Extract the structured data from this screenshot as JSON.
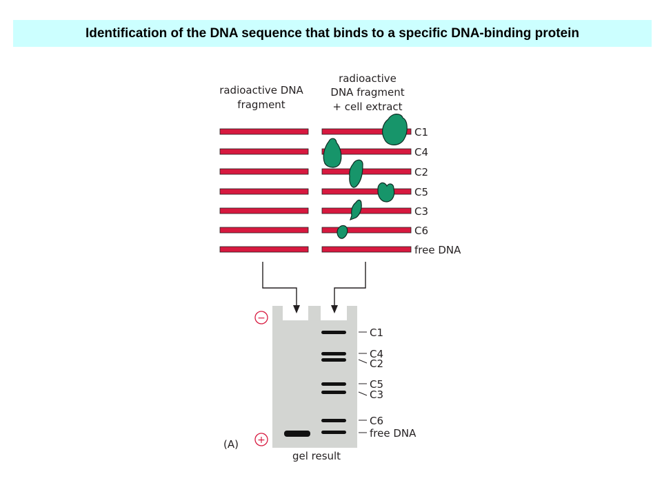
{
  "slide": {
    "title": "Identification of the DNA sequence that binds to a specific DNA-binding protein"
  },
  "figure": {
    "panel_label": "(A)",
    "left_header": [
      "radioactive DNA",
      "fragment"
    ],
    "right_header": [
      "radioactive",
      "DNA fragment",
      "+ cell extract"
    ],
    "fragment_labels": [
      "C1",
      "C4",
      "C2",
      "C5",
      "C3",
      "C6",
      "free DNA"
    ],
    "gel_band_labels": [
      "C1",
      "C4",
      "C2",
      "C5",
      "C3",
      "C6",
      "free DNA"
    ],
    "gel_caption": "gel result",
    "negative_electrode": "−",
    "positive_electrode": "+",
    "colors": {
      "dna_fragment": "#d7193f",
      "protein": "#17956a",
      "gel": "#d3d5d2",
      "band": "#111111",
      "title_background": "#ccffff"
    }
  }
}
